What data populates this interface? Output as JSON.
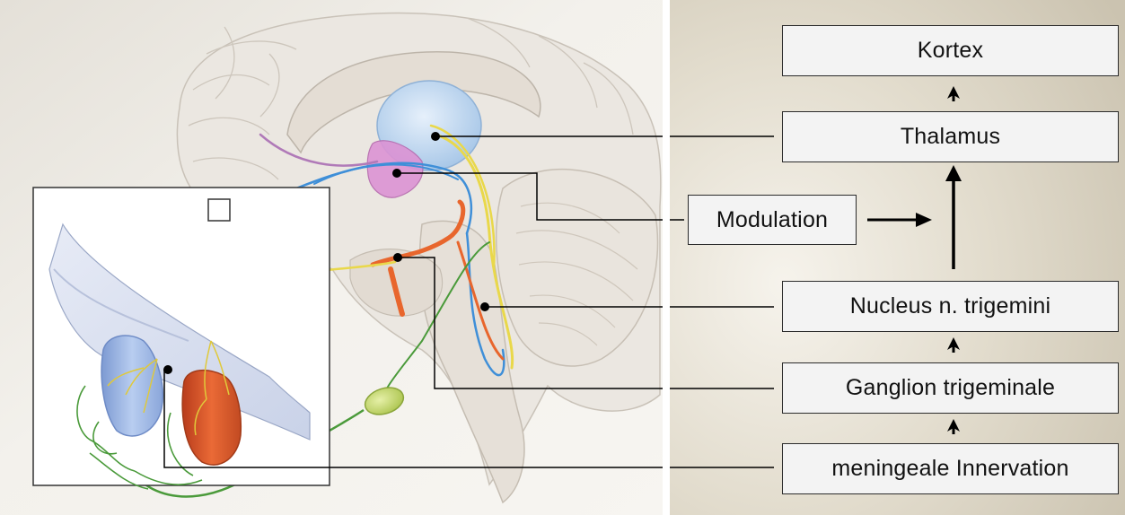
{
  "flow": {
    "kortex": "Kortex",
    "thalamus": "Thalamus",
    "modulation": "Modulation",
    "nucleus": "Nucleus n. trigemini",
    "ganglion": "Ganglion trigeminale",
    "meningeal": "meningeale Innervation"
  },
  "colors": {
    "nerve_yellow": "#e9d84a",
    "nerve_blue": "#3f8fd8",
    "nerve_green": "#4a9a3a",
    "nerve_orange": "#e8662d",
    "nerve_purple": "#b07ab8",
    "thalamus_blue": "#bcd7ee",
    "hypothalamus_pink": "#d98ad0",
    "vessel_red": "#d9542a",
    "vessel_blue": "#9fb9e3",
    "ganglion_green": "#c6db6a"
  }
}
